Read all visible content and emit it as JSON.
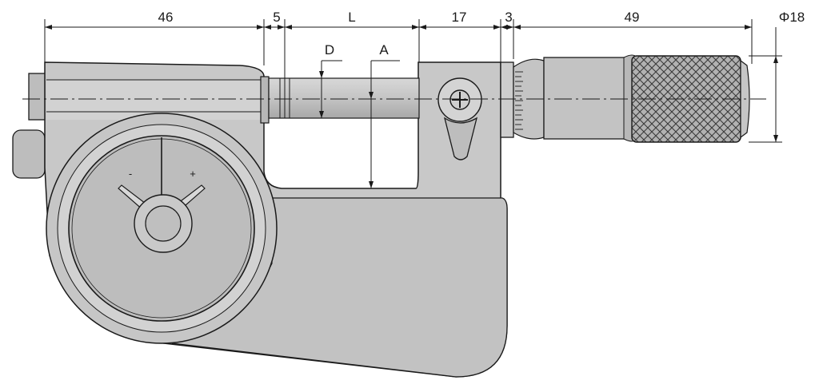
{
  "dimensions": {
    "d46": "46",
    "d5": "5",
    "dL": "L",
    "d17": "17",
    "d3": "3",
    "d49": "49",
    "phi18": "Φ18"
  },
  "labels": {
    "D": "D",
    "A": "A"
  },
  "dial": {
    "minus": "-",
    "plus": "+"
  },
  "colors": {
    "body": "#c9c9c9",
    "body_dark": "#a9a9a9",
    "dial_face": "#bdbdbd",
    "thimble": "#bcbcbc",
    "line": "#1a1a1a"
  }
}
